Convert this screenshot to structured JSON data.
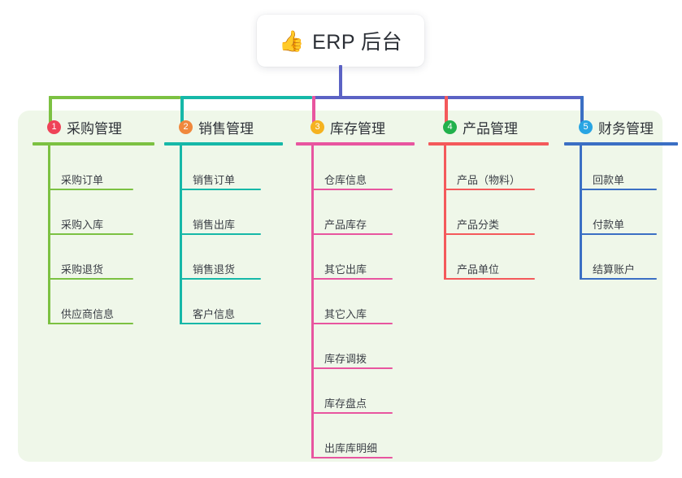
{
  "root": {
    "icon": "thumbs-up-icon",
    "emoji": "👍",
    "title": "ERP 后台"
  },
  "palette": {
    "panel_bg": "#eff7e9",
    "page_bg": "#ffffff",
    "root_trunk": "#5b62c4",
    "green": "#7cc142",
    "teal": "#16b8a8",
    "pink": "#e8559f",
    "salmon": "#f4595b",
    "blue": "#3b6fc4",
    "badge1": "#ef4358",
    "badge2": "#f0883c",
    "badge3": "#f5b220",
    "badge4": "#22b14c",
    "badge5": "#29a5e3"
  },
  "columns": [
    {
      "number": "1",
      "title": "采购管理",
      "line_color": "#7cc142",
      "badge_color": "#ef4358",
      "items": [
        "采购订单",
        "采购入库",
        "采购退货",
        "供应商信息"
      ]
    },
    {
      "number": "2",
      "title": "销售管理",
      "line_color": "#16b8a8",
      "badge_color": "#f0883c",
      "items": [
        "销售订单",
        "销售出库",
        "销售退货",
        "客户信息"
      ]
    },
    {
      "number": "3",
      "title": "库存管理",
      "line_color": "#e8559f",
      "badge_color": "#f5b220",
      "items": [
        "仓库信息",
        "产品库存",
        "其它出库",
        "其它入库",
        "库存调拨",
        "库存盘点",
        "出库库明细"
      ]
    },
    {
      "number": "4",
      "title": "产品管理",
      "line_color": "#f4595b",
      "badge_color": "#22b14c",
      "items": [
        "产品（物料）",
        "产品分类",
        "产品单位"
      ]
    },
    {
      "number": "5",
      "title": "财务管理",
      "line_color": "#3b6fc4",
      "badge_color": "#29a5e3",
      "items": [
        "回款单",
        "付款单",
        "结算账户"
      ]
    }
  ]
}
